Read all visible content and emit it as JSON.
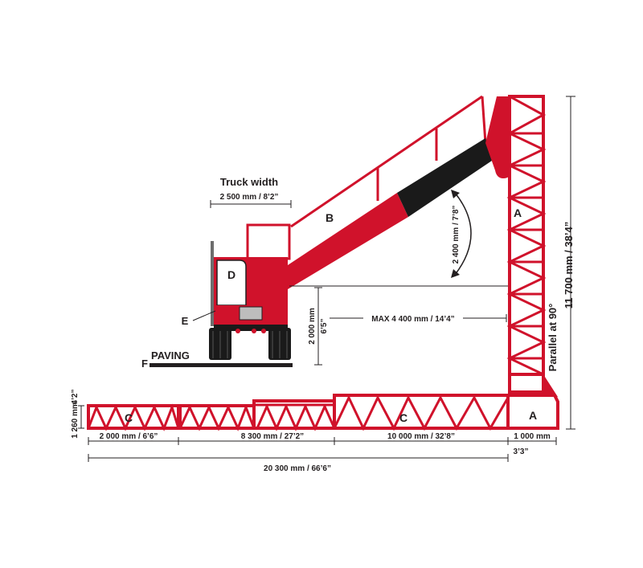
{
  "colors": {
    "red": "#d0122b",
    "dark": "#231f20",
    "black": "#1a1a1a",
    "grey": "#bdbdbd",
    "white": "#ffffff"
  },
  "labels": {
    "truck_width_title": "Truck width",
    "truck_width_value": "2 500 mm / 8’2”",
    "boom_letter": "B",
    "mast_letter": "A",
    "base_letter": "A",
    "cab_letter": "D",
    "e_letter": "E",
    "f_letter": "F",
    "paving": "PAVING",
    "c_left": "C",
    "c_right": "C",
    "rotation": "2 400 mm / 7’8”",
    "height_2000_mm": "2 000 mm",
    "height_2000_ft": "6’5”",
    "max_reach": "MAX 4 400 mm / 14’4”",
    "parallel": "Parallel at 90°",
    "total_height": "11 700 mm / 38’4”",
    "height_1260_mm": "1 260 mm",
    "height_1260_ft": "4’2”",
    "seg1": "2 000 mm / 6’6”",
    "seg2": "8 300 mm / 27’2”",
    "seg3": "10 000 mm / 32’8”",
    "seg4_mm": "1 000 mm",
    "seg4_ft": "3’3”",
    "total_length": "20 300 mm / 66’6”"
  }
}
